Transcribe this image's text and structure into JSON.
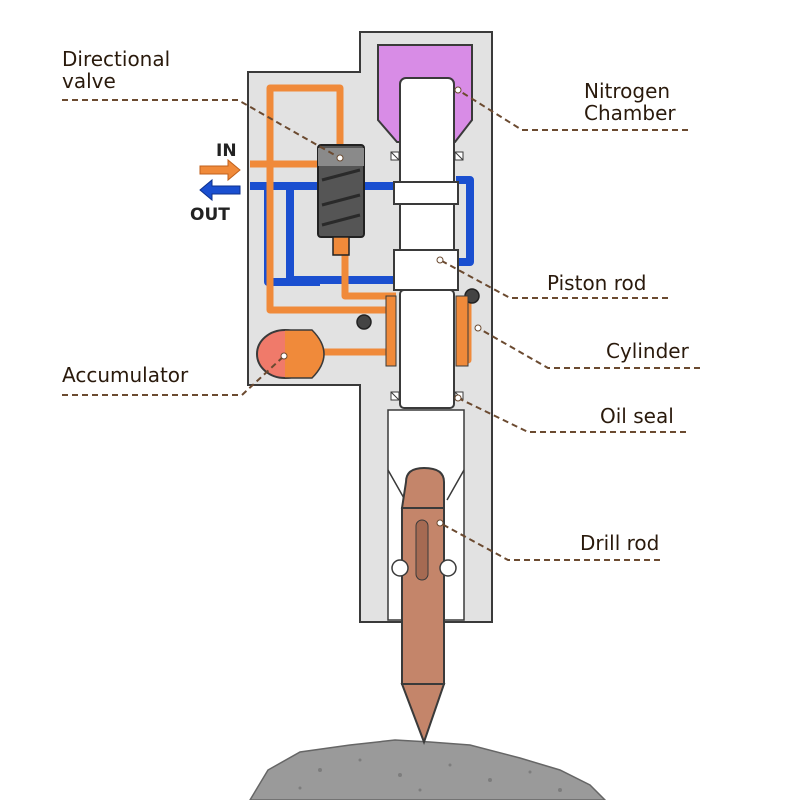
{
  "labels": {
    "directional_valve": [
      "Directional",
      "valve"
    ],
    "nitrogen_chamber": [
      "Nitrogen",
      "Chamber"
    ],
    "piston_rod": "Piston rod",
    "cylinder": "Cylinder",
    "accumulator": "Accumulator",
    "oil_seal": "Oil seal",
    "drill_rod": "Drill rod"
  },
  "flow": {
    "in": "IN",
    "out": "OUT"
  },
  "colors": {
    "housing": "#e2e2e2",
    "outline": "#3a3a3a",
    "oil_in": "#f08a3a",
    "oil_return": "#1a4fd0",
    "nitrogen": "#d88ce6",
    "accumulator": "#f07a6a",
    "drill_rod": "#c4856a",
    "rock": "#9a9a9a",
    "leader": "#6b4a30"
  }
}
